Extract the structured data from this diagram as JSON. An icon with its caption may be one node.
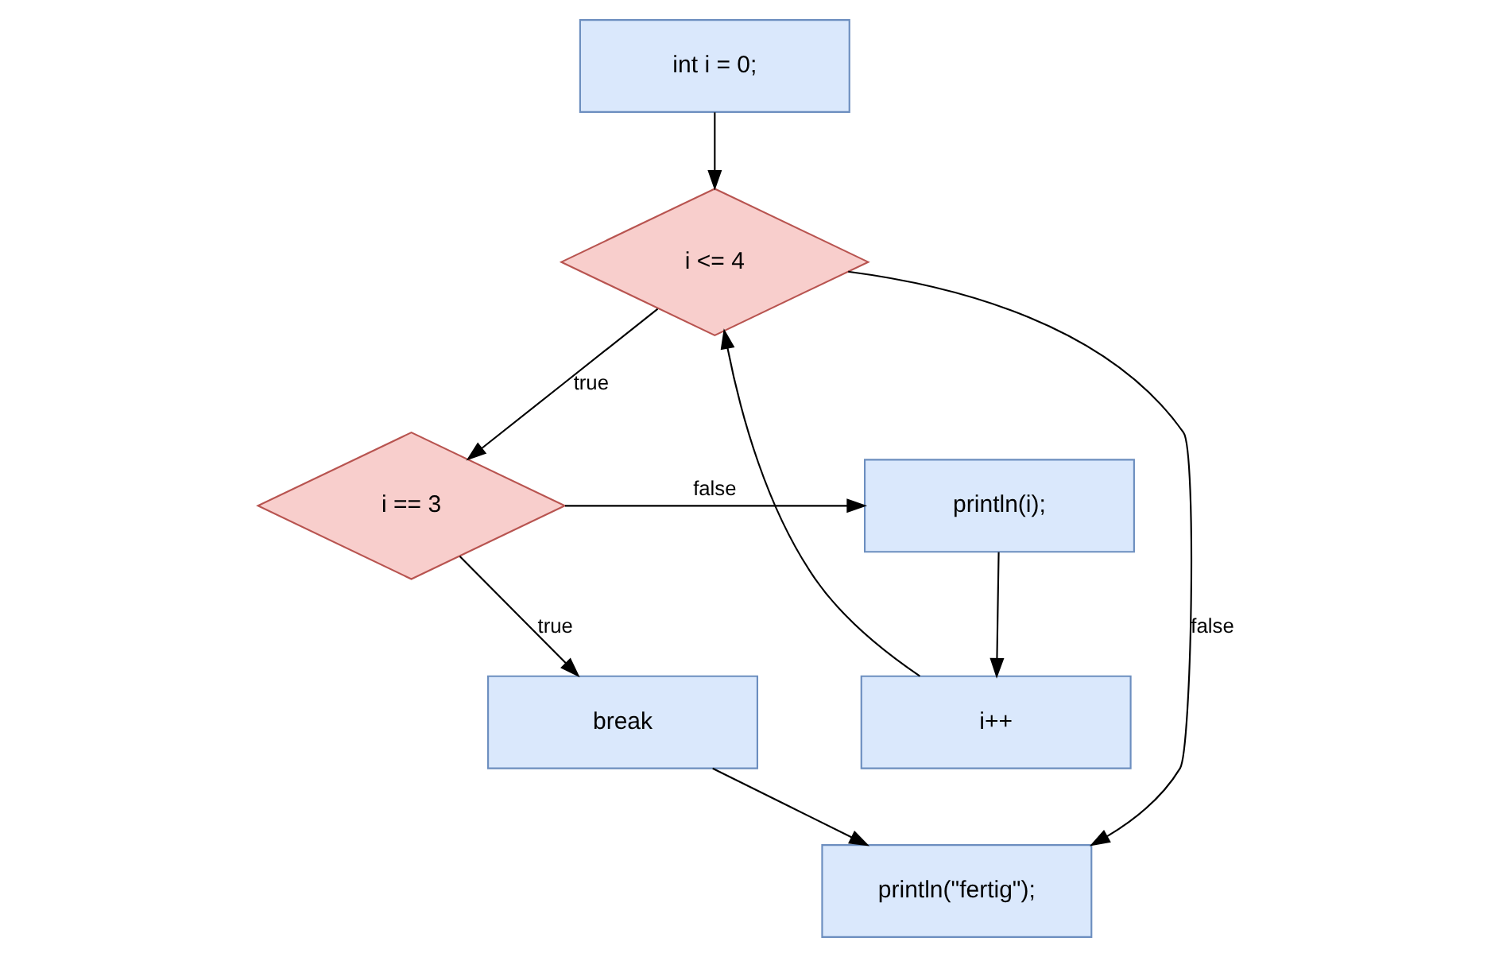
{
  "diagram": {
    "nodes": [
      {
        "text": [
          "int i = 0;"
        ]
      },
      {
        "text": [
          "i <= 4"
        ]
      },
      {
        "text": [
          "i == 3"
        ]
      },
      {
        "text": [
          "println(i);"
        ]
      },
      {
        "text": [
          "break"
        ]
      },
      {
        "text": [
          "i++"
        ]
      },
      {
        "text": [
          "println(\"fertig\");"
        ]
      }
    ],
    "edges": [
      {
        "from": 0,
        "to": 1,
        "arrow": "to"
      },
      {
        "from": 1,
        "to": 2,
        "arrow": "to",
        "label": "true"
      },
      {
        "from": 1,
        "to": 6,
        "arrow": "to",
        "label": "false"
      },
      {
        "from": 2,
        "to": 3,
        "arrow": "to",
        "label": "false"
      },
      {
        "from": 2,
        "to": 4,
        "arrow": "to",
        "label": "true"
      },
      {
        "from": 3,
        "to": 5,
        "arrow": "to"
      },
      {
        "from": 5,
        "to": 1,
        "arrow": "to"
      },
      {
        "from": 4,
        "to": 6,
        "arrow": "to"
      }
    ]
  }
}
